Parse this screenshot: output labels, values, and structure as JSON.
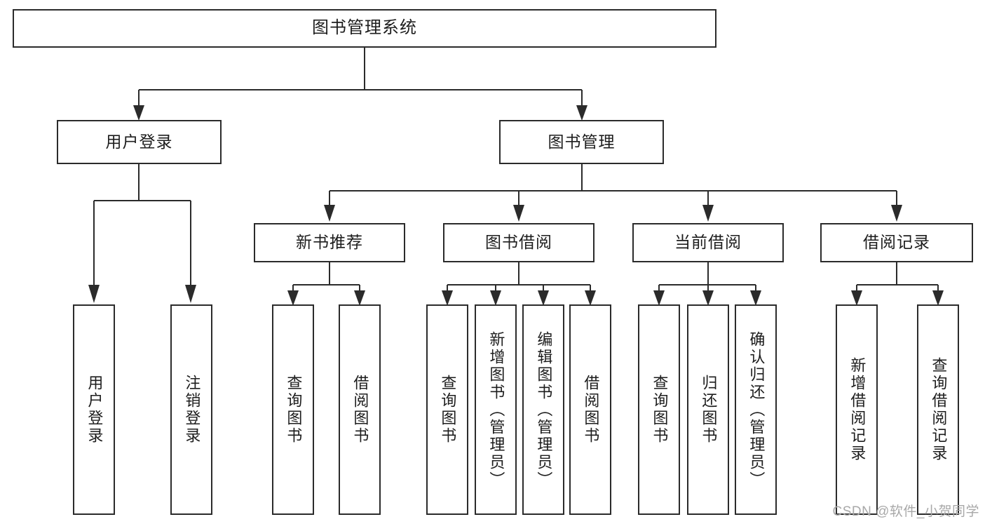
{
  "diagram": {
    "title": "图书管理系统",
    "type": "tree",
    "watermark": "CSDN @软件_小贺同学",
    "colors": {
      "stroke": "#2b2b2b",
      "box_fill": "#ffffff",
      "text": "#1d1d1d",
      "watermark": "#a8a8a8",
      "background": "#ffffff"
    },
    "root": {
      "label": "图书管理系统"
    },
    "level2": [
      {
        "label": "用户登录"
      },
      {
        "label": "图书管理"
      }
    ],
    "level3": [
      {
        "label": "新书推荐"
      },
      {
        "label": "图书借阅"
      },
      {
        "label": "当前借阅"
      },
      {
        "label": "借阅记录"
      }
    ],
    "leaves": {
      "user_login": [
        {
          "label": "用户登录"
        },
        {
          "label": "注销登录"
        }
      ],
      "new_book_recommend": [
        {
          "label": "查询图书"
        },
        {
          "label": "借阅图书"
        }
      ],
      "book_borrow": [
        {
          "label": "查询图书"
        },
        {
          "label": "新增图书（管理员）"
        },
        {
          "label": "编辑图书（管理员）"
        },
        {
          "label": "借阅图书"
        }
      ],
      "current_borrow": [
        {
          "label": "查询图书"
        },
        {
          "label": "归还图书"
        },
        {
          "label": "确认归还（管理员）"
        }
      ],
      "borrow_record": [
        {
          "label": "新增借阅记录"
        },
        {
          "label": "查询借阅记录"
        }
      ]
    }
  }
}
